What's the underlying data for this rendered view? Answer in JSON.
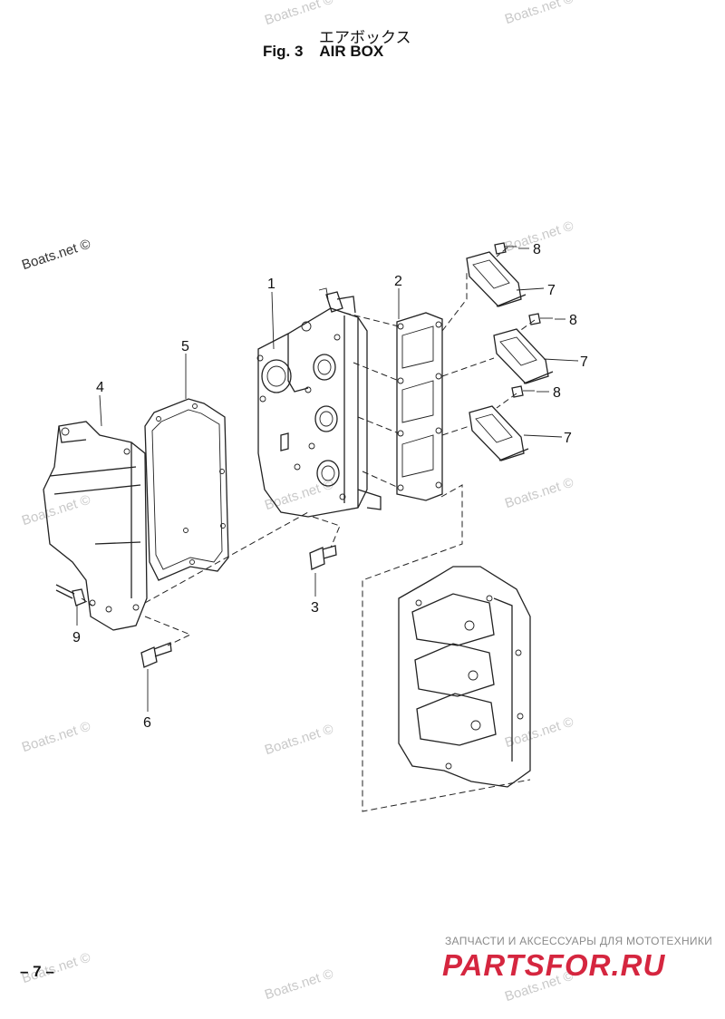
{
  "header": {
    "title_jp": "エアボックス",
    "fig_label": "Fig. 3",
    "title_en": "AIR BOX"
  },
  "callouts": {
    "c1": "1",
    "c2": "2",
    "c3": "3",
    "c4": "4",
    "c5": "5",
    "c6": "6",
    "c7a": "7",
    "c7b": "7",
    "c7c": "7",
    "c8a": "8",
    "c8b": "8",
    "c8c": "8",
    "c9": "9"
  },
  "watermark": "Boats.net ©",
  "page_number": "– 7 –",
  "ad": {
    "subtitle": "ЗАПЧАСТИ И АКСЕССУАРЫ ДЛЯ МОТОТЕХНИКИ",
    "logo": "PARTSFOR.RU",
    "color": "#d5263f"
  }
}
